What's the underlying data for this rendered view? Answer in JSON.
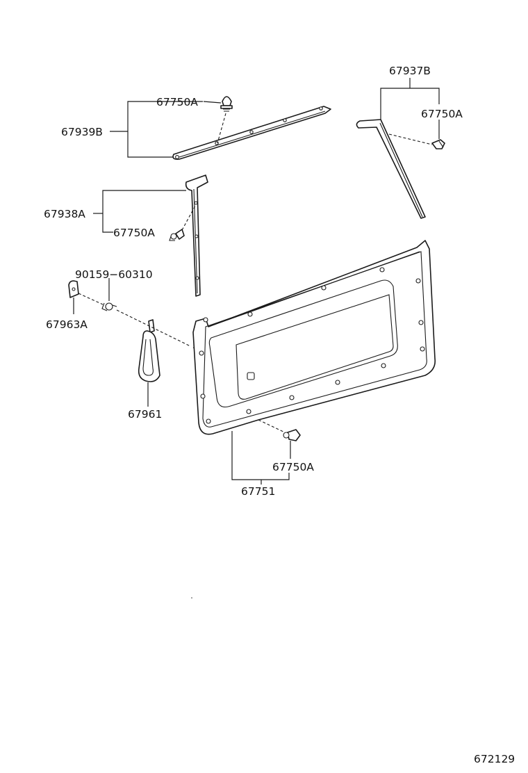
{
  "labels": {
    "p67939B": "67939B",
    "p67750A_top": "67750A",
    "p67937B": "67937B",
    "p67750A_right": "67750A",
    "p67938A": "67938A",
    "p67750A_left": "67750A",
    "p90159": "90159−60310",
    "p67963A": "67963A",
    "p67961": "67961",
    "p67750A_bottom": "67750A",
    "p67751": "67751",
    "diagram_code": "672129"
  }
}
